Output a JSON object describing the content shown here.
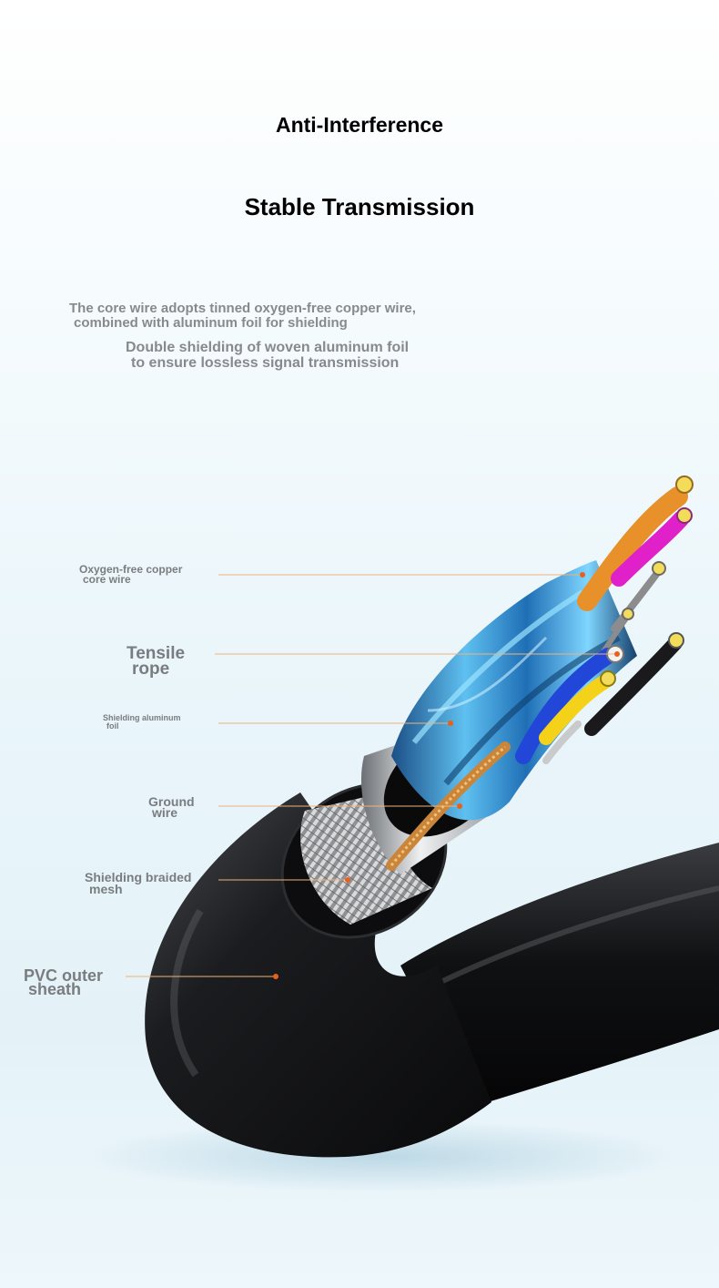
{
  "heading": {
    "line1": "Anti-Interference",
    "line2": "Stable Transmission"
  },
  "description": {
    "p1_line1": "The core wire adopts tinned oxygen-free copper wire,",
    "p1_line2": "combined with aluminum foil for shielding",
    "p2_line1": "Double shielding of woven aluminum foil",
    "p2_line2": "to ensure lossless signal transmission"
  },
  "callouts": {
    "copper_core": {
      "line1": "Oxygen-free copper",
      "line2": "core wire"
    },
    "tensile_rope": {
      "line1": "Tensile",
      "line2": "rope"
    },
    "aluminum_foil": {
      "line1": "Shielding aluminum",
      "line2": "foil"
    },
    "ground_wire": {
      "line1": "Ground",
      "line2": "wire"
    },
    "braided_mesh": {
      "line1": "Shielding braided",
      "line2": "mesh"
    },
    "pvc_sheath": {
      "line1": "PVC outer",
      "line2": "sheath"
    }
  },
  "colors": {
    "title": "#000000",
    "label_text": "#7a7d80",
    "leader_line": "#f0b27a",
    "leader_dot": "#e8601c",
    "sheath": "#141517",
    "foil": "#2f8fd0",
    "braid": "#b9b9bb",
    "copper": "#c9853a",
    "wire_orange": "#e8902a",
    "wire_magenta": "#e020c8",
    "wire_blue": "#2246d8",
    "wire_yellow": "#f5d21a"
  }
}
